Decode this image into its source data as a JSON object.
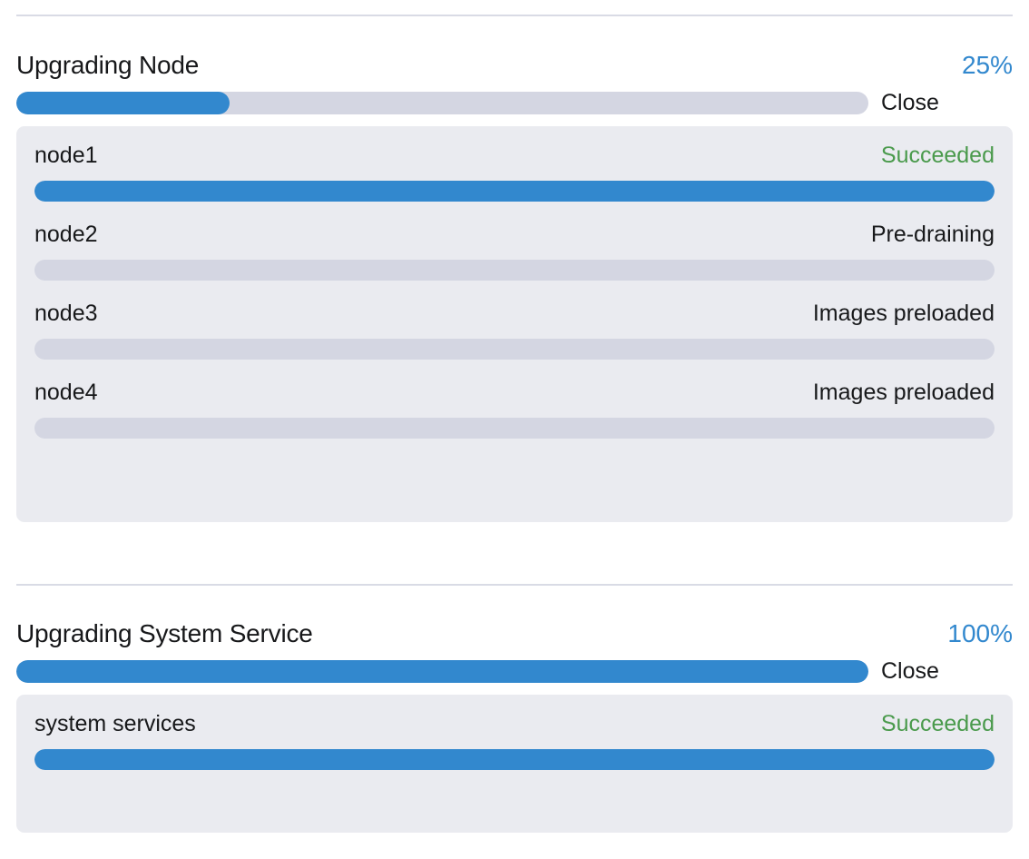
{
  "colors": {
    "accent_blue": "#3288ce",
    "track_gray": "#d4d6e2",
    "card_bg": "#eaebf0",
    "success_green": "#4a9a4c",
    "divider": "#d9dbe5",
    "text": "#17181a"
  },
  "sections": [
    {
      "title": "Upgrading Node",
      "percent_label": "25%",
      "percent_value": 25,
      "close_label": "Close",
      "rows": [
        {
          "name": "node1",
          "status": "Succeeded",
          "status_kind": "success",
          "progress": 100
        },
        {
          "name": "node2",
          "status": "Pre-draining",
          "status_kind": "normal",
          "progress": 0
        },
        {
          "name": "node3",
          "status": "Images preloaded",
          "status_kind": "normal",
          "progress": 0
        },
        {
          "name": "node4",
          "status": "Images preloaded",
          "status_kind": "normal",
          "progress": 0
        }
      ]
    },
    {
      "title": "Upgrading System Service",
      "percent_label": "100%",
      "percent_value": 100,
      "close_label": "Close",
      "rows": [
        {
          "name": "system services",
          "status": "Succeeded",
          "status_kind": "success",
          "progress": 100
        }
      ]
    }
  ]
}
